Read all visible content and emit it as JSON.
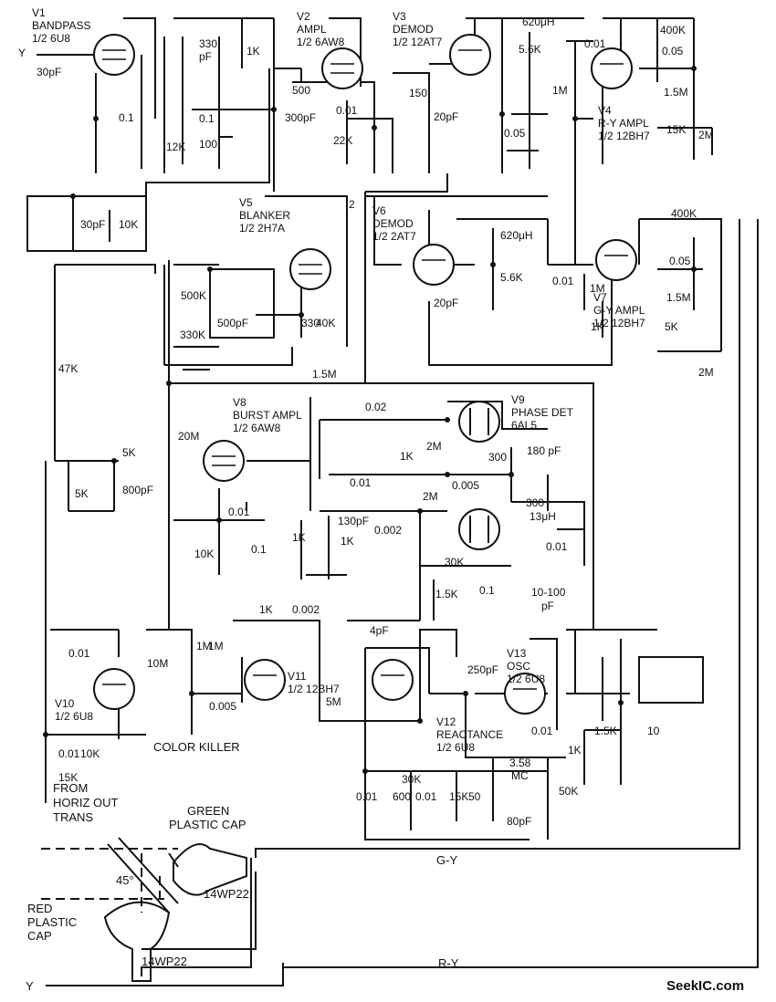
{
  "tubes": [
    {
      "id": "v1",
      "lines": [
        "V1",
        "BANDPASS",
        "1/2 6U8"
      ]
    },
    {
      "id": "v2",
      "lines": [
        "V2",
        "AMPL",
        "1/2 6AW8"
      ]
    },
    {
      "id": "v3",
      "lines": [
        "V3",
        "DEMOD",
        "1/2 12AT7"
      ]
    },
    {
      "id": "v4",
      "lines": [
        "V4",
        "R-Y AMPL",
        "1/2 12BH7"
      ]
    },
    {
      "id": "v5",
      "lines": [
        "V5",
        "BLANKER",
        "1/2 2H7A"
      ]
    },
    {
      "id": "v6",
      "lines": [
        "V6",
        "DEMOD",
        "1/2 2AT7"
      ]
    },
    {
      "id": "v7",
      "lines": [
        "V7",
        "G-Y AMPL",
        "1/2 12BH7"
      ]
    },
    {
      "id": "v8",
      "lines": [
        "V8",
        "BURST AMPL",
        "1/2 6AW8"
      ]
    },
    {
      "id": "v9",
      "lines": [
        "V9",
        "PHASE DET",
        "6AL5"
      ]
    },
    {
      "id": "v10",
      "lines": [
        "V10",
        "1/2 6U8"
      ]
    },
    {
      "id": "v11",
      "lines": [
        "V11",
        "1/2 12BH7"
      ]
    },
    {
      "id": "v12",
      "lines": [
        "V12",
        "REACTANCE",
        "1/2 6U8"
      ]
    },
    {
      "id": "v13",
      "lines": [
        "V13",
        "OSC",
        "1/2 6U8"
      ]
    }
  ],
  "components": [
    "Y",
    "30pF",
    "0.1",
    "12K",
    "330",
    "pF",
    "1K",
    "0.1",
    "100",
    "500",
    "300pF",
    "0.01",
    "22K",
    "150",
    "20pF",
    "0.05",
    "620μH",
    "5.6K",
    "0.01",
    "1M",
    "400K",
    "0.05",
    "1.5M",
    "15K",
    "2M",
    "30pF",
    "10K",
    "2",
    "500K",
    "330K",
    "500pF",
    "330",
    "40K",
    "20pF",
    "620μH",
    "5.6K",
    "0.01",
    "1M",
    "400K",
    "0.05",
    "1.5M",
    "1K",
    "5K",
    "2M",
    "47K",
    "1.5M",
    "20M",
    "5K",
    "5K",
    "800pF",
    "0.01",
    "10K",
    "0.1",
    "0.02",
    "2M",
    "1K",
    "0.01",
    "2M",
    "0.005",
    "300",
    "180 pF",
    "300",
    "13μH",
    "1K",
    "130pF",
    "1K",
    "0.002",
    "30K",
    "0.1",
    "1.5K",
    "0.01",
    "10-100",
    "pF",
    "1K",
    "0.002",
    "1M",
    "10M",
    "1M",
    "0.005",
    "5M",
    "0.01",
    "10K",
    "0.01",
    "15K",
    "4pF",
    "250pF",
    "0.01",
    "30K",
    "0.01",
    "600",
    "0.01",
    "15K",
    "50",
    "3.58",
    "MC",
    "80pF",
    "50K",
    "1K",
    "1.5K",
    "10"
  ],
  "notes": {
    "color_killer": "COLOR KILLER",
    "from_horiz": [
      "FROM",
      "HORIZ OUT",
      "TRANS"
    ],
    "green_cap": [
      "GREEN",
      "PLASTIC CAP"
    ],
    "red_cap": [
      "RED",
      "PLASTIC",
      "CAP"
    ],
    "angle": "45°",
    "crt_top": "14WP22",
    "crt_bottom": "14WP22",
    "gy": "G-Y",
    "ry": "R-Y",
    "y_bottom": "Y",
    "watermark": "SeekIC.com"
  }
}
